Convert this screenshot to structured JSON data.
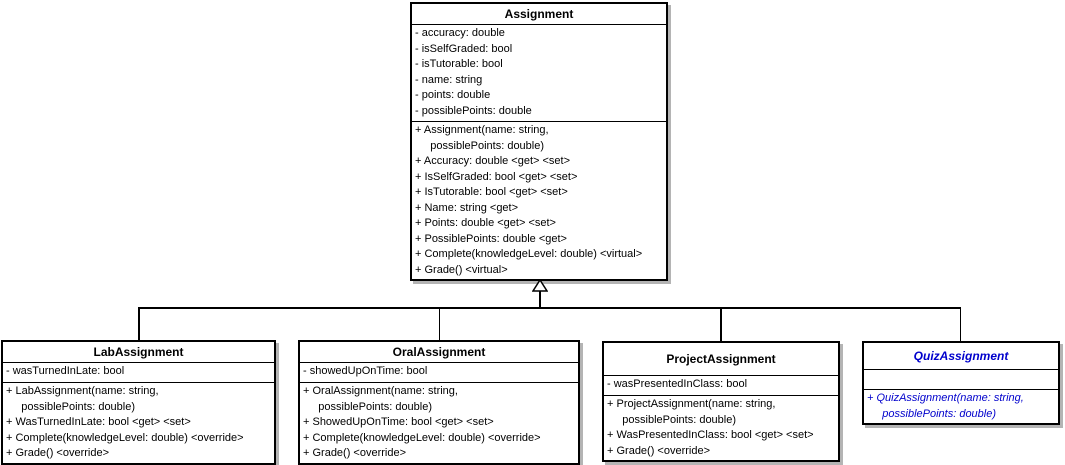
{
  "diagram": {
    "type": "uml-class-diagram",
    "colors": {
      "box_fill": "#ffffff",
      "line": "#000000",
      "shadow": "#b4b4b4",
      "abstract_text": "#0000cc"
    },
    "classes": [
      {
        "id": "assignment",
        "name": "Assignment",
        "abstract": false,
        "attributes": [
          "- accuracy: double",
          "- isSelfGraded: bool",
          "- isTutorable: bool",
          "- name: string",
          "- points: double",
          "- possiblePoints: double"
        ],
        "methods": [
          "+ Assignment(name: string,",
          "     possiblePoints: double)",
          "+ Accuracy: double <get> <set>",
          "+ IsSelfGraded: bool <get> <set>",
          "+ IsTutorable: bool <get> <set>",
          "+ Name: string <get>",
          "+ Points: double <get> <set>",
          "+ PossiblePoints: double <get>",
          "+ Complete(knowledgeLevel: double) <virtual>",
          "+ Grade() <virtual>"
        ]
      },
      {
        "id": "lab",
        "name": "LabAssignment",
        "abstract": false,
        "attributes": [
          "- wasTurnedInLate: bool"
        ],
        "methods": [
          "+ LabAssignment(name: string,",
          "     possiblePoints: double)",
          "+ WasTurnedInLate: bool <get> <set>",
          "+ Complete(knowledgeLevel: double) <override>",
          "+ Grade() <override>"
        ]
      },
      {
        "id": "oral",
        "name": "OralAssignment",
        "abstract": false,
        "attributes": [
          "- showedUpOnTime: bool"
        ],
        "methods": [
          "+ OralAssignment(name: string,",
          "     possiblePoints: double)",
          "+ ShowedUpOnTime: bool <get> <set>",
          "+ Complete(knowledgeLevel: double) <override>",
          "+ Grade() <override>"
        ]
      },
      {
        "id": "project",
        "name": "ProjectAssignment",
        "abstract": false,
        "attributes": [
          "- wasPresentedInClass: bool"
        ],
        "methods": [
          "+ ProjectAssignment(name: string,",
          "     possiblePoints: double)",
          "+ WasPresentedInClass: bool <get> <set>",
          "+ Grade() <override>"
        ]
      },
      {
        "id": "quiz",
        "name": "QuizAssignment",
        "abstract": true,
        "attributes": [],
        "methods": [
          "+ QuizAssignment(name: string,",
          "     possiblePoints: double)"
        ]
      }
    ],
    "relations": [
      {
        "type": "inheritance",
        "parent": "Assignment",
        "children": [
          "LabAssignment",
          "OralAssignment",
          "ProjectAssignment",
          "QuizAssignment"
        ]
      }
    ]
  }
}
